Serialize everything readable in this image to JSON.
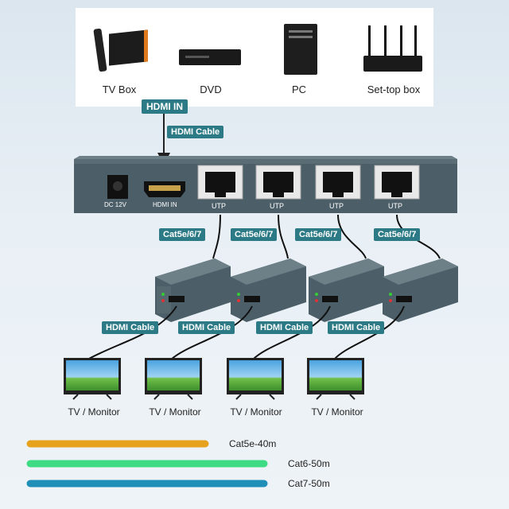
{
  "sources": [
    {
      "label": "TV Box",
      "icon": "tv-box-icon"
    },
    {
      "label": "DVD",
      "icon": "dvd-player-icon"
    },
    {
      "label": "PC",
      "icon": "pc-tower-icon"
    },
    {
      "label": "Set-top box",
      "icon": "set-top-box-icon"
    }
  ],
  "input": {
    "hdmi_in_tag": "HDMI IN",
    "hdmi_cable_tag": "HDMI Cable"
  },
  "transmitter": {
    "dc_label": "DC 12V",
    "hdmi_in_label": "HDMI IN",
    "port_labels": [
      "UTP",
      "UTP",
      "UTP",
      "UTP"
    ]
  },
  "cat_tags": [
    "Cat5e/6/7",
    "Cat5e/6/7",
    "Cat5e/6/7",
    "Cat5e/6/7"
  ],
  "hdmi_cable_tags": [
    "HDMI Cable",
    "HDMI Cable",
    "HDMI Cable",
    "HDMI Cable"
  ],
  "monitors": [
    "TV / Monitor",
    "TV / Monitor",
    "TV / Monitor",
    "TV / Monitor"
  ],
  "legend": [
    {
      "label": "Cat5e-40m",
      "color": "#e6a21d",
      "distance_m": 40
    },
    {
      "label": "Cat6-50m",
      "color": "#3ddc84",
      "distance_m": 50
    },
    {
      "label": "Cat7-50m",
      "color": "#1f8fb8",
      "distance_m": 50
    }
  ],
  "colors": {
    "device": "#4a5d66",
    "tag": "#2c7a86"
  }
}
